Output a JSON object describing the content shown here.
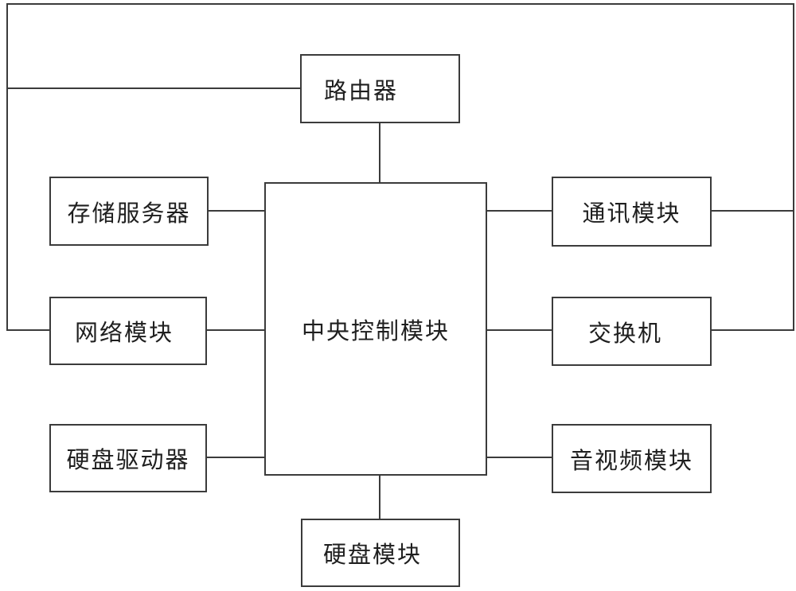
{
  "diagram": {
    "type": "block-diagram",
    "colors": {
      "background": "#ffffff",
      "line": "#3b3b3b",
      "text": "#1f1f1f"
    },
    "nodes": {
      "router": {
        "label": "路由器"
      },
      "central": {
        "label": "中央控制模块"
      },
      "storage_server": {
        "label": "存储服务器"
      },
      "network_module": {
        "label": "网络模块"
      },
      "hdd_drive": {
        "label": "硬盘驱动器"
      },
      "comm_module": {
        "label": "通讯模块"
      },
      "switch": {
        "label": "交换机"
      },
      "av_module": {
        "label": "音视频模块"
      },
      "hdd_module": {
        "label": "硬盘模块"
      }
    },
    "edges": [
      {
        "from": "路由器",
        "to": "中央控制模块"
      },
      {
        "from": "存储服务器",
        "to": "中央控制模块"
      },
      {
        "from": "网络模块",
        "to": "中央控制模块"
      },
      {
        "from": "硬盘驱动器",
        "to": "中央控制模块"
      },
      {
        "from": "通讯模块",
        "to": "中央控制模块"
      },
      {
        "from": "交换机",
        "to": "中央控制模块"
      },
      {
        "from": "音视频模块",
        "to": "中央控制模块"
      },
      {
        "from": "硬盘模块",
        "to": "中央控制模块"
      },
      {
        "from": "路由器",
        "to": "外围边框总线"
      },
      {
        "from": "网络模块",
        "to": "外围边框总线"
      },
      {
        "from": "通讯模块",
        "to": "外围边框总线"
      },
      {
        "from": "交换机",
        "to": "外围边框总线"
      }
    ]
  }
}
